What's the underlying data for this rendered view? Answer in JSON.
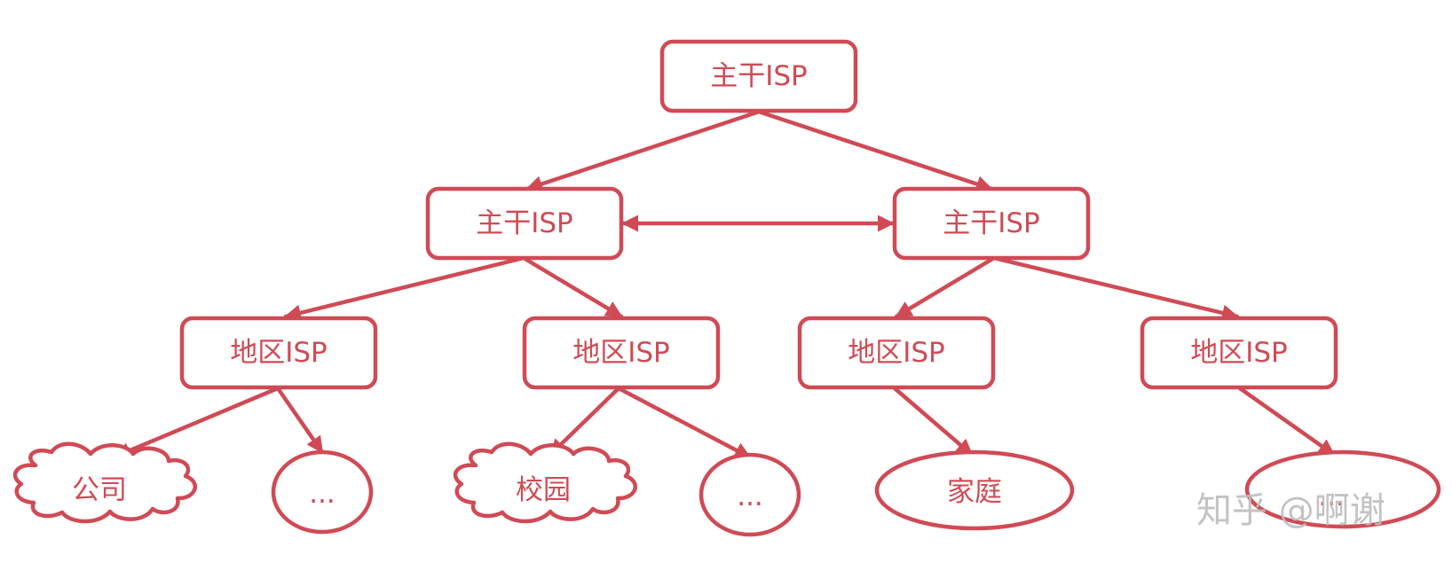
{
  "colors": {
    "accent": "#d04a55",
    "watermark": "#bdbdbd",
    "background": "#ffffff"
  },
  "nodes": {
    "top_backbone": "主干ISP",
    "left_backbone": "主干ISP",
    "right_backbone": "主干ISP",
    "regional_1": "地区ISP",
    "regional_2": "地区ISP",
    "regional_3": "地区ISP",
    "regional_4": "地区ISP",
    "company": "公司",
    "ellipsis_1": "...",
    "campus": "校园",
    "ellipsis_2": "...",
    "home": "家庭",
    "ellipsis_3": "..."
  },
  "watermark": "知乎 @啊谢"
}
